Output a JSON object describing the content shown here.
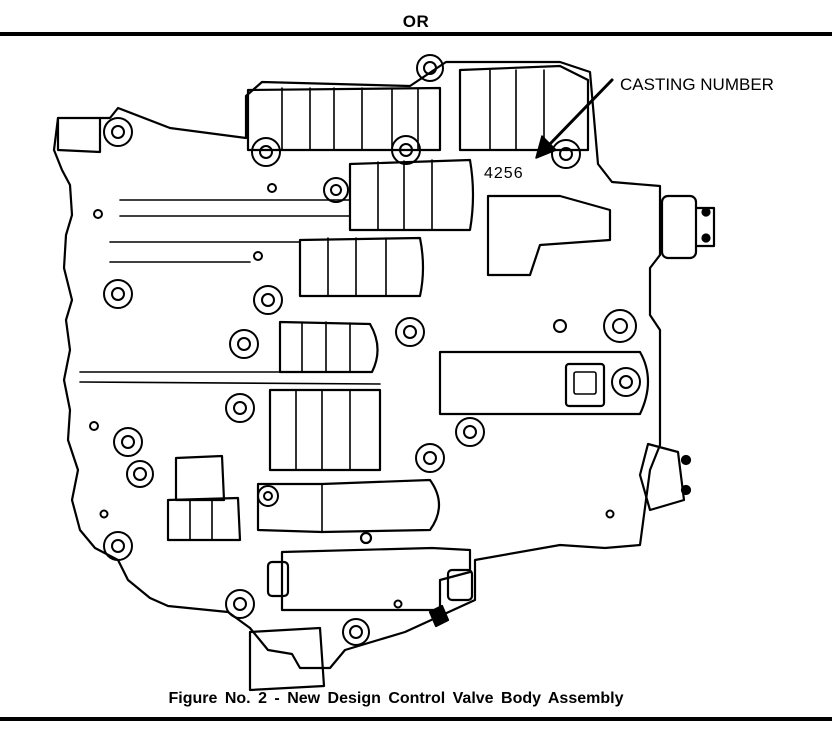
{
  "header": {
    "text": "OR"
  },
  "labels": {
    "casting_number_label": "CASTING NUMBER",
    "casting_number_value": "4256"
  },
  "caption": "Figure No. 2 - New Design Control Valve Body Assembly"
}
